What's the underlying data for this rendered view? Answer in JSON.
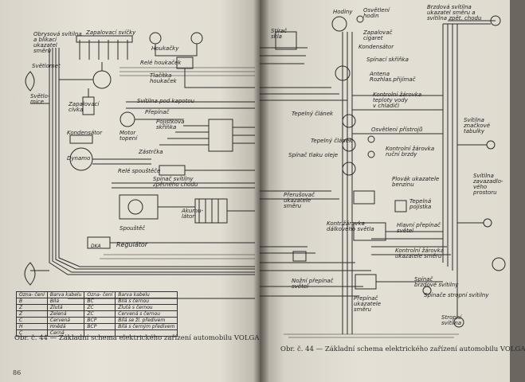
{
  "left_page": {
    "page_number": "86",
    "caption": "Obr. č. 44 — Základní schema elektrického zařízení automobilu VOLGA",
    "labels": [
      "Obrysová svítilna\na blikací\nukazatel\nsměru",
      "Zapalovací svíčky",
      "Houkačky",
      "Světlomet",
      "Relé houkaček",
      "Tlačítka\nhoukaček",
      "Světlo-\nmice",
      "Zapalovací\ncívka",
      "Svítilna pod kapotou",
      "Přepínač",
      "Pojistková\nskříňka",
      "Motor\ntopení",
      "Kondensátor",
      "Dynamo",
      "Zástrčka",
      "Relé spouštěče",
      "Spínač svítilny\nzpětného chodu",
      "Akumu-\nlátor",
      "Spouštěč",
      "Regulátor",
      "DKA"
    ],
    "legend": {
      "headers": [
        "Ozna-\nčení",
        "Barva\nkabelu",
        "Ozna-\nčení",
        "Barva kabelu"
      ],
      "rows": [
        [
          "B",
          "Bílá",
          "BČ",
          "Bílá s černou"
        ],
        [
          "Ž",
          "Žlutá",
          "ŽČ",
          "Žlutá s černou"
        ],
        [
          "Z",
          "Zelená",
          "ZČ",
          "Červená s černou"
        ],
        [
          "Č",
          "Červená",
          "BČP",
          "Bílá se žl. předivem"
        ],
        [
          "H",
          "Hnědá",
          "BČP",
          "Bílá s černým předivem"
        ],
        [
          "Č",
          "Černá",
          "",
          ""
        ]
      ]
    }
  },
  "right_page": {
    "caption": "Obr. č. 44 — Základní schema elektrického zařízení automobilu VOLGA",
    "labels": [
      "Stírač\nskla",
      "Hodiny",
      "Osvětlení\nhodin",
      "Brzdová svítilna\nukazatel směru a\nsvítilna zpět. chodu",
      "Zapalovač\ncigaret",
      "Kondensátor",
      "Spínací skříňka",
      "Antena\nRozhlas.přijímač",
      "Kontrolní žárovka\nteploty vody\nv chladiči",
      "Tepelný článek",
      "Osvětlení přístrojů",
      "Tepelný článek",
      "Spínač tlaku oleje",
      "Kontrolní žárovka\nruční brzdy",
      "Svítilna\nznačkové\ntabulky",
      "Plovák ukazatele\nbenzinu",
      "Svítilna\nzavazadlo-\nvého\nprostoru",
      "Přerušovač\nukazatele\nsměru",
      "Tepelná\npojistka",
      "Kontr.žárovka\ndálkového světla",
      "Hlavní přepínač\nsvětel",
      "Kontrolní žárovka\nukazatele směru",
      "Nožní přepínač\nsvětel",
      "Spínač\nbrzdové svítilny",
      "Přepínač\nukazatele\nsměru",
      "Spínače stropní svítilny",
      "Stropní\nsvítilna"
    ]
  }
}
